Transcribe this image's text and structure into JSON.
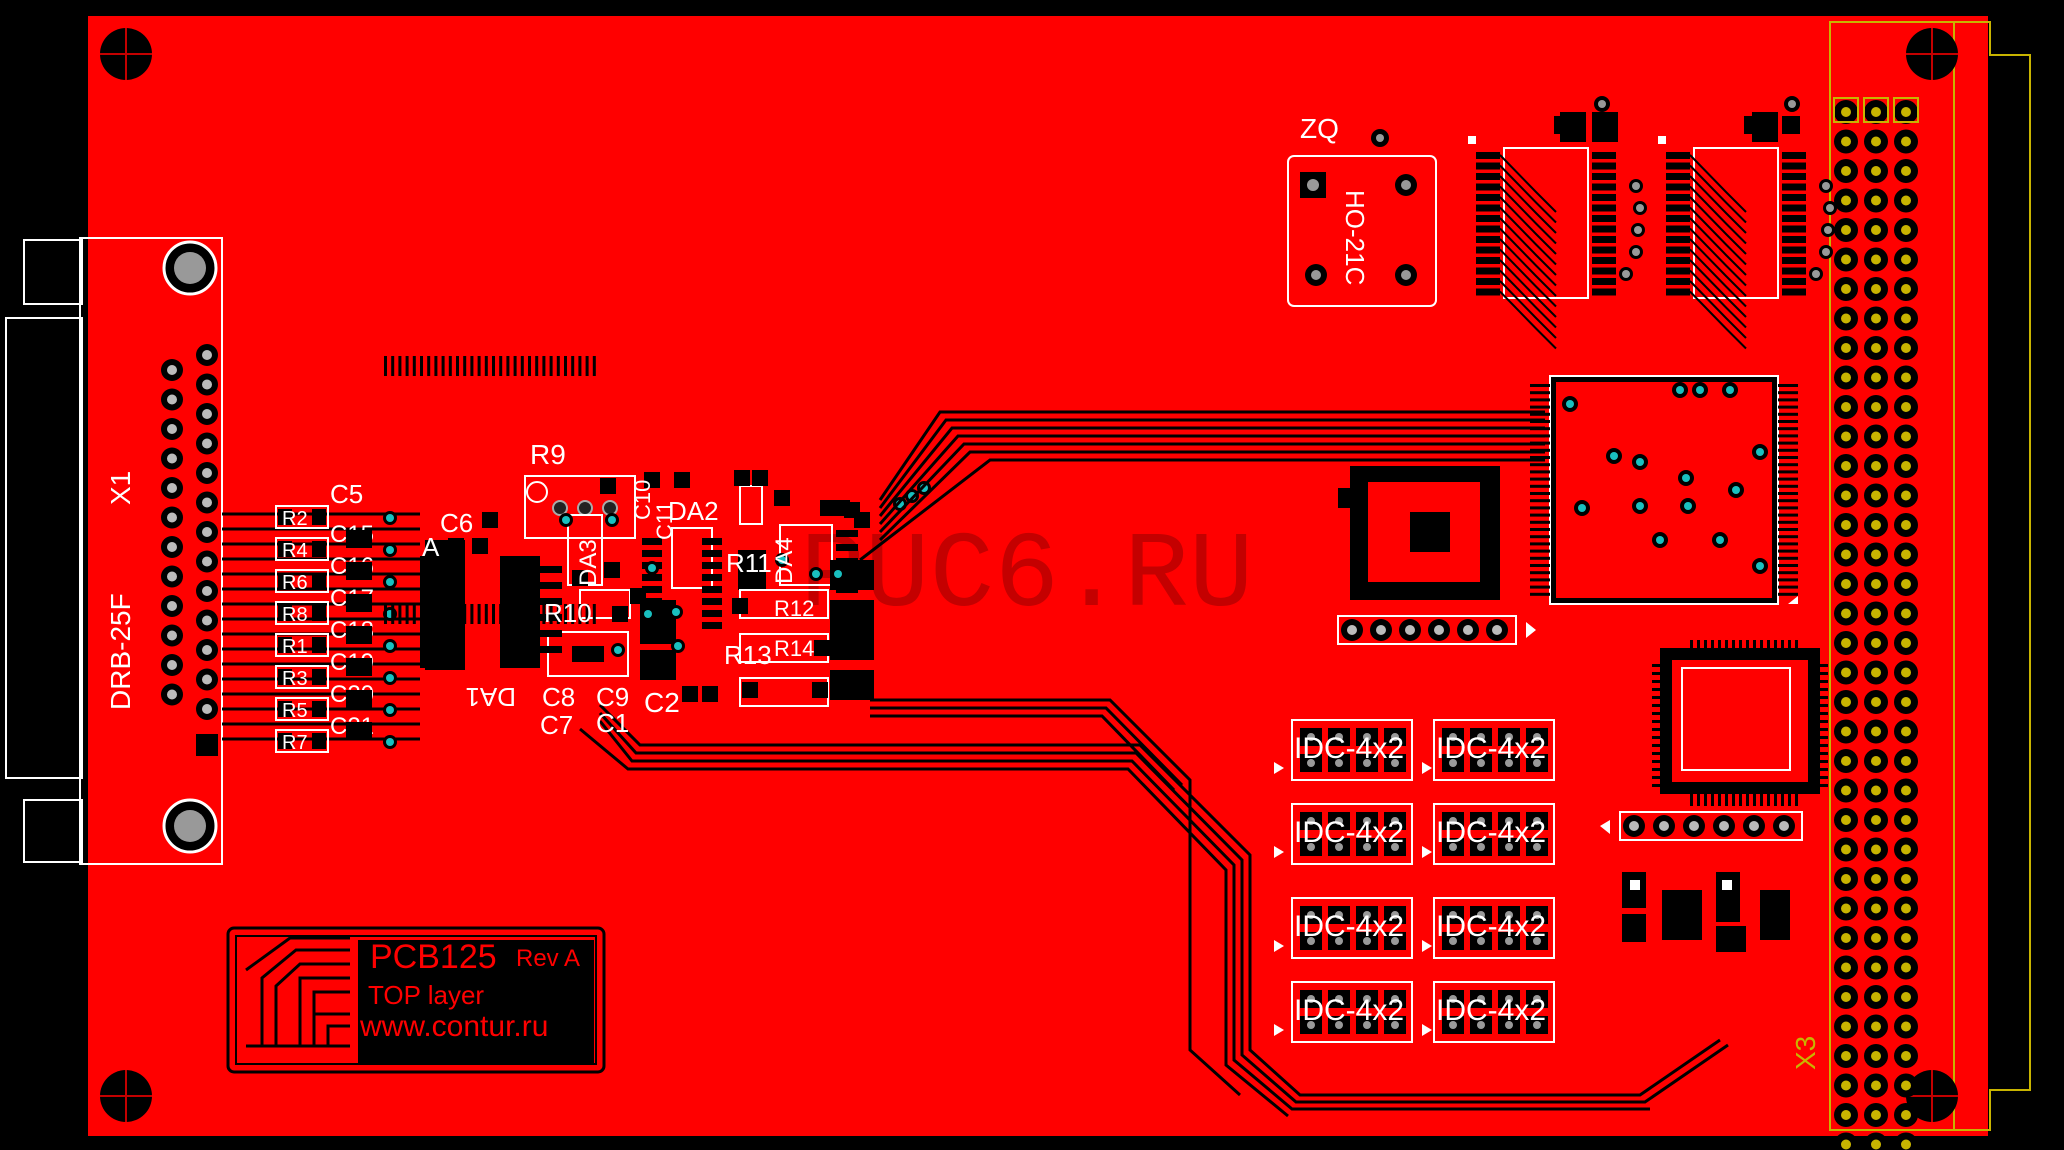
{
  "colors": {
    "background": "#000000",
    "board": "#ff0000",
    "silkscreen": "#ffffff",
    "trace": "#000000",
    "via": "#19c0c0",
    "outline": "#c8b400",
    "watermark": "#c40000"
  },
  "board": {
    "x1_label": "X1",
    "x1_part": "DRB-25F",
    "zq_label": "ZQ",
    "zq_part": "HO-21C",
    "x3_label": "X3",
    "watermark": "PUC6.RU",
    "title_pcb": "PCB125",
    "title_rev": "Rev A",
    "title_layer": "TOP layer",
    "title_url": "www.contur.ru"
  },
  "labels": {
    "r9": "R9",
    "c5": "C5",
    "c6": "C6",
    "a_mark": "A",
    "da1": "DA1",
    "da2": "DA2",
    "da3": "DA3",
    "da4": "DA4",
    "c10": "C10",
    "c11": "C11",
    "c8": "C8",
    "c9": "C9",
    "c7": "C7",
    "c1": "C1",
    "c2": "C2",
    "r10": "R10",
    "r11": "R11",
    "r13": "R13",
    "r12": "R12",
    "r14": "R14",
    "c_left": [
      "C15",
      "C16",
      "C17",
      "C18",
      "C19",
      "C20",
      "C21"
    ],
    "r_left": [
      "R2",
      "R4",
      "R6",
      "R8",
      "R1",
      "R3",
      "R5",
      "R7"
    ],
    "idc": [
      "IDC-4x2",
      "IDC-4x2",
      "IDC-4x2",
      "IDC-4x2",
      "IDC-4x2",
      "IDC-4x2",
      "IDC-4x2",
      "IDC-4x2"
    ]
  }
}
